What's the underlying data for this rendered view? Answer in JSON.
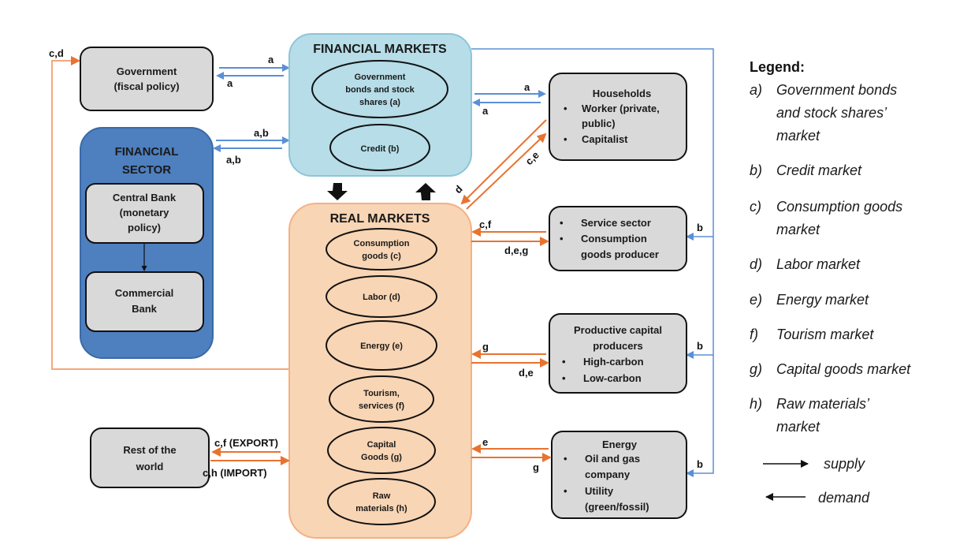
{
  "colors": {
    "supply_demand_blue": "#5b8fd6",
    "supply_demand_orange": "#e8732f",
    "financial_markets_fill": "#b6dde8",
    "financial_markets_border": "#8ec5d8",
    "real_markets_fill": "#f8d5b4",
    "real_markets_border": "#f4b183",
    "financial_sector_fill": "#4e7fbf",
    "node_fill": "#d9d9d9"
  },
  "financial_markets": {
    "title": "FINANCIAL MARKETS",
    "markets": [
      {
        "lines": [
          "Government",
          "bonds and stock",
          "shares (a)"
        ]
      },
      {
        "lines": [
          "Credit (b)"
        ]
      }
    ]
  },
  "real_markets": {
    "title": "REAL MARKETS",
    "markets": [
      {
        "lines": [
          "Consumption",
          "goods (c)"
        ]
      },
      {
        "lines": [
          "Labor (d)"
        ]
      },
      {
        "lines": [
          "Energy (e)"
        ]
      },
      {
        "lines": [
          "Tourism,",
          "services (f)"
        ]
      },
      {
        "lines": [
          "Capital",
          "Goods (g)"
        ]
      },
      {
        "lines": [
          "Raw",
          "materials (h)"
        ]
      }
    ]
  },
  "government": {
    "lines": [
      "Government",
      "(fiscal policy)"
    ]
  },
  "financial_sector": {
    "title_lines": [
      "FINANCIAL",
      "SECTOR"
    ],
    "central_bank": [
      "Central Bank",
      "(monetary",
      "policy)"
    ],
    "commercial_bank": [
      "Commercial",
      "Bank"
    ]
  },
  "rest_of_world": {
    "lines": [
      "Rest of the",
      "world"
    ]
  },
  "households": {
    "title": "Households",
    "bullets": [
      [
        "Worker (private,",
        "public)"
      ],
      [
        "Capitalist"
      ]
    ]
  },
  "service_sector": {
    "bullets": [
      [
        "Service sector"
      ],
      [
        "Consumption",
        "goods producer"
      ]
    ]
  },
  "capital_producers": {
    "title_lines": [
      "Productive capital",
      "producers"
    ],
    "bullets": [
      [
        "High-carbon"
      ],
      [
        "Low-carbon"
      ]
    ]
  },
  "energy": {
    "title": "Energy",
    "bullets": [
      [
        "Oil and gas",
        "company"
      ],
      [
        "Utility",
        "(green/fossil)"
      ]
    ]
  },
  "flow_labels": {
    "gov_supply": "a",
    "gov_demand": "a",
    "gov_cd": "c,d",
    "finsec_supply": "a,b",
    "finsec_demand": "a,b",
    "hh_supply": "a",
    "hh_demand": "a",
    "hh_real_d": "d",
    "hh_real_ce": "c,e",
    "svc_demand": "c,f",
    "svc_supply": "d,e,g",
    "svc_credit": "b",
    "cap_demand": "g",
    "cap_supply": "d,e",
    "cap_credit": "b",
    "energy_demand": "e",
    "energy_supply": "g",
    "energy_credit": "b",
    "row_export": "c,f (EXPORT)",
    "row_import": "c,h (IMPORT)"
  },
  "legend": {
    "title": "Legend:",
    "items": [
      {
        "key": "a)",
        "lines": [
          "Government bonds",
          "and stock shares’",
          "market"
        ]
      },
      {
        "key": "b)",
        "lines": [
          "Credit market"
        ]
      },
      {
        "key": "c)",
        "lines": [
          "Consumption goods",
          "market"
        ]
      },
      {
        "key": "d)",
        "lines": [
          "Labor market"
        ]
      },
      {
        "key": "e)",
        "lines": [
          "Energy market"
        ]
      },
      {
        "key": "f)",
        "lines": [
          "Tourism market"
        ]
      },
      {
        "key": "g)",
        "lines": [
          "Capital goods market"
        ]
      },
      {
        "key": "h)",
        "lines": [
          "Raw materials’",
          "market"
        ]
      }
    ],
    "supply_label": "supply",
    "demand_label": "demand"
  }
}
